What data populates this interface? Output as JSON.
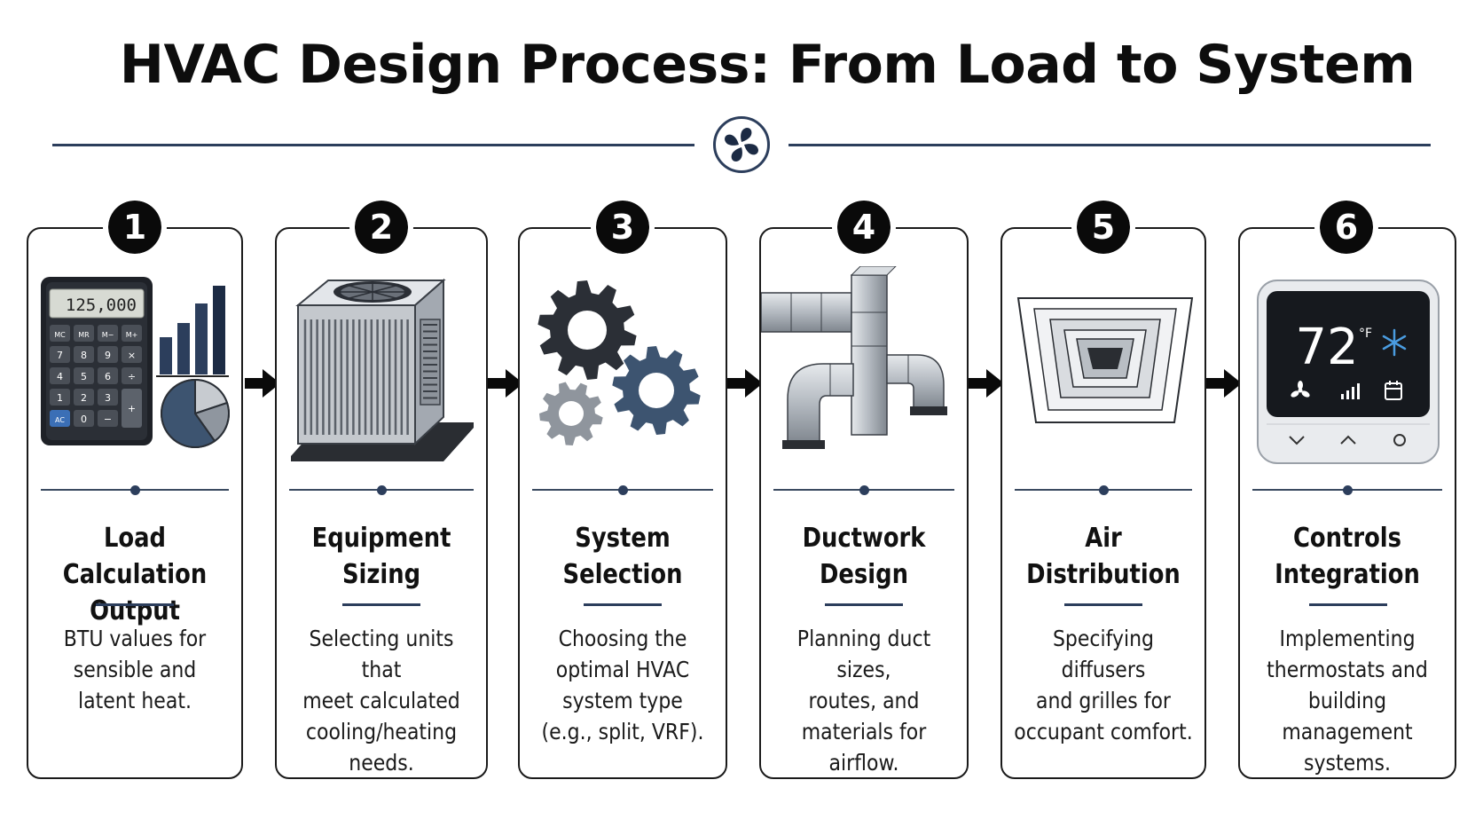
{
  "title": "HVAC Design Process: From Load to System",
  "steps": [
    {
      "number": "1",
      "title_line1": "Load Calculation",
      "title_line2": "Output",
      "desc": [
        "BTU values for",
        "sensible and",
        "latent heat."
      ],
      "icon": "calculator-chart-icon",
      "calculator": {
        "display": "125,000",
        "keys": [
          "MC",
          "MR",
          "M−",
          "M+",
          "7",
          "8",
          "9",
          "×",
          "4",
          "5",
          "6",
          "÷",
          "1",
          "2",
          "3",
          "+",
          "AC",
          "0",
          "−"
        ]
      }
    },
    {
      "number": "2",
      "title_line1": "Equipment",
      "title_line2": "Sizing",
      "desc": [
        "Selecting units that",
        "meet calculated",
        "cooling/heating",
        "needs."
      ],
      "icon": "condenser-unit-icon"
    },
    {
      "number": "3",
      "title_line1": "System",
      "title_line2": "Selection",
      "desc": [
        "Choosing the",
        "optimal HVAC",
        "system type",
        "(e.g., split, VRF)."
      ],
      "icon": "gears-icon"
    },
    {
      "number": "4",
      "title_line1": "Ductwork",
      "title_line2": "Design",
      "desc": [
        "Planning duct sizes,",
        "routes, and",
        "materials for",
        "airflow."
      ],
      "icon": "ductwork-icon"
    },
    {
      "number": "5",
      "title_line1": "Air",
      "title_line2": "Distribution",
      "desc": [
        "Specifying diffusers",
        "and grilles for",
        "occupant comfort."
      ],
      "icon": "ceiling-diffuser-icon"
    },
    {
      "number": "6",
      "title_line1": "Controls",
      "title_line2": "Integration",
      "desc": [
        "Implementing",
        "thermostats and",
        "building management",
        "systems."
      ],
      "icon": "thermostat-icon",
      "thermostat": {
        "temperature": "72",
        "unit": "°F"
      }
    }
  ],
  "colors": {
    "accent": "#2c3e5c",
    "ink": "#0a0a0a",
    "chart_blue": "#3d5470",
    "steel": "#b9bec4"
  }
}
